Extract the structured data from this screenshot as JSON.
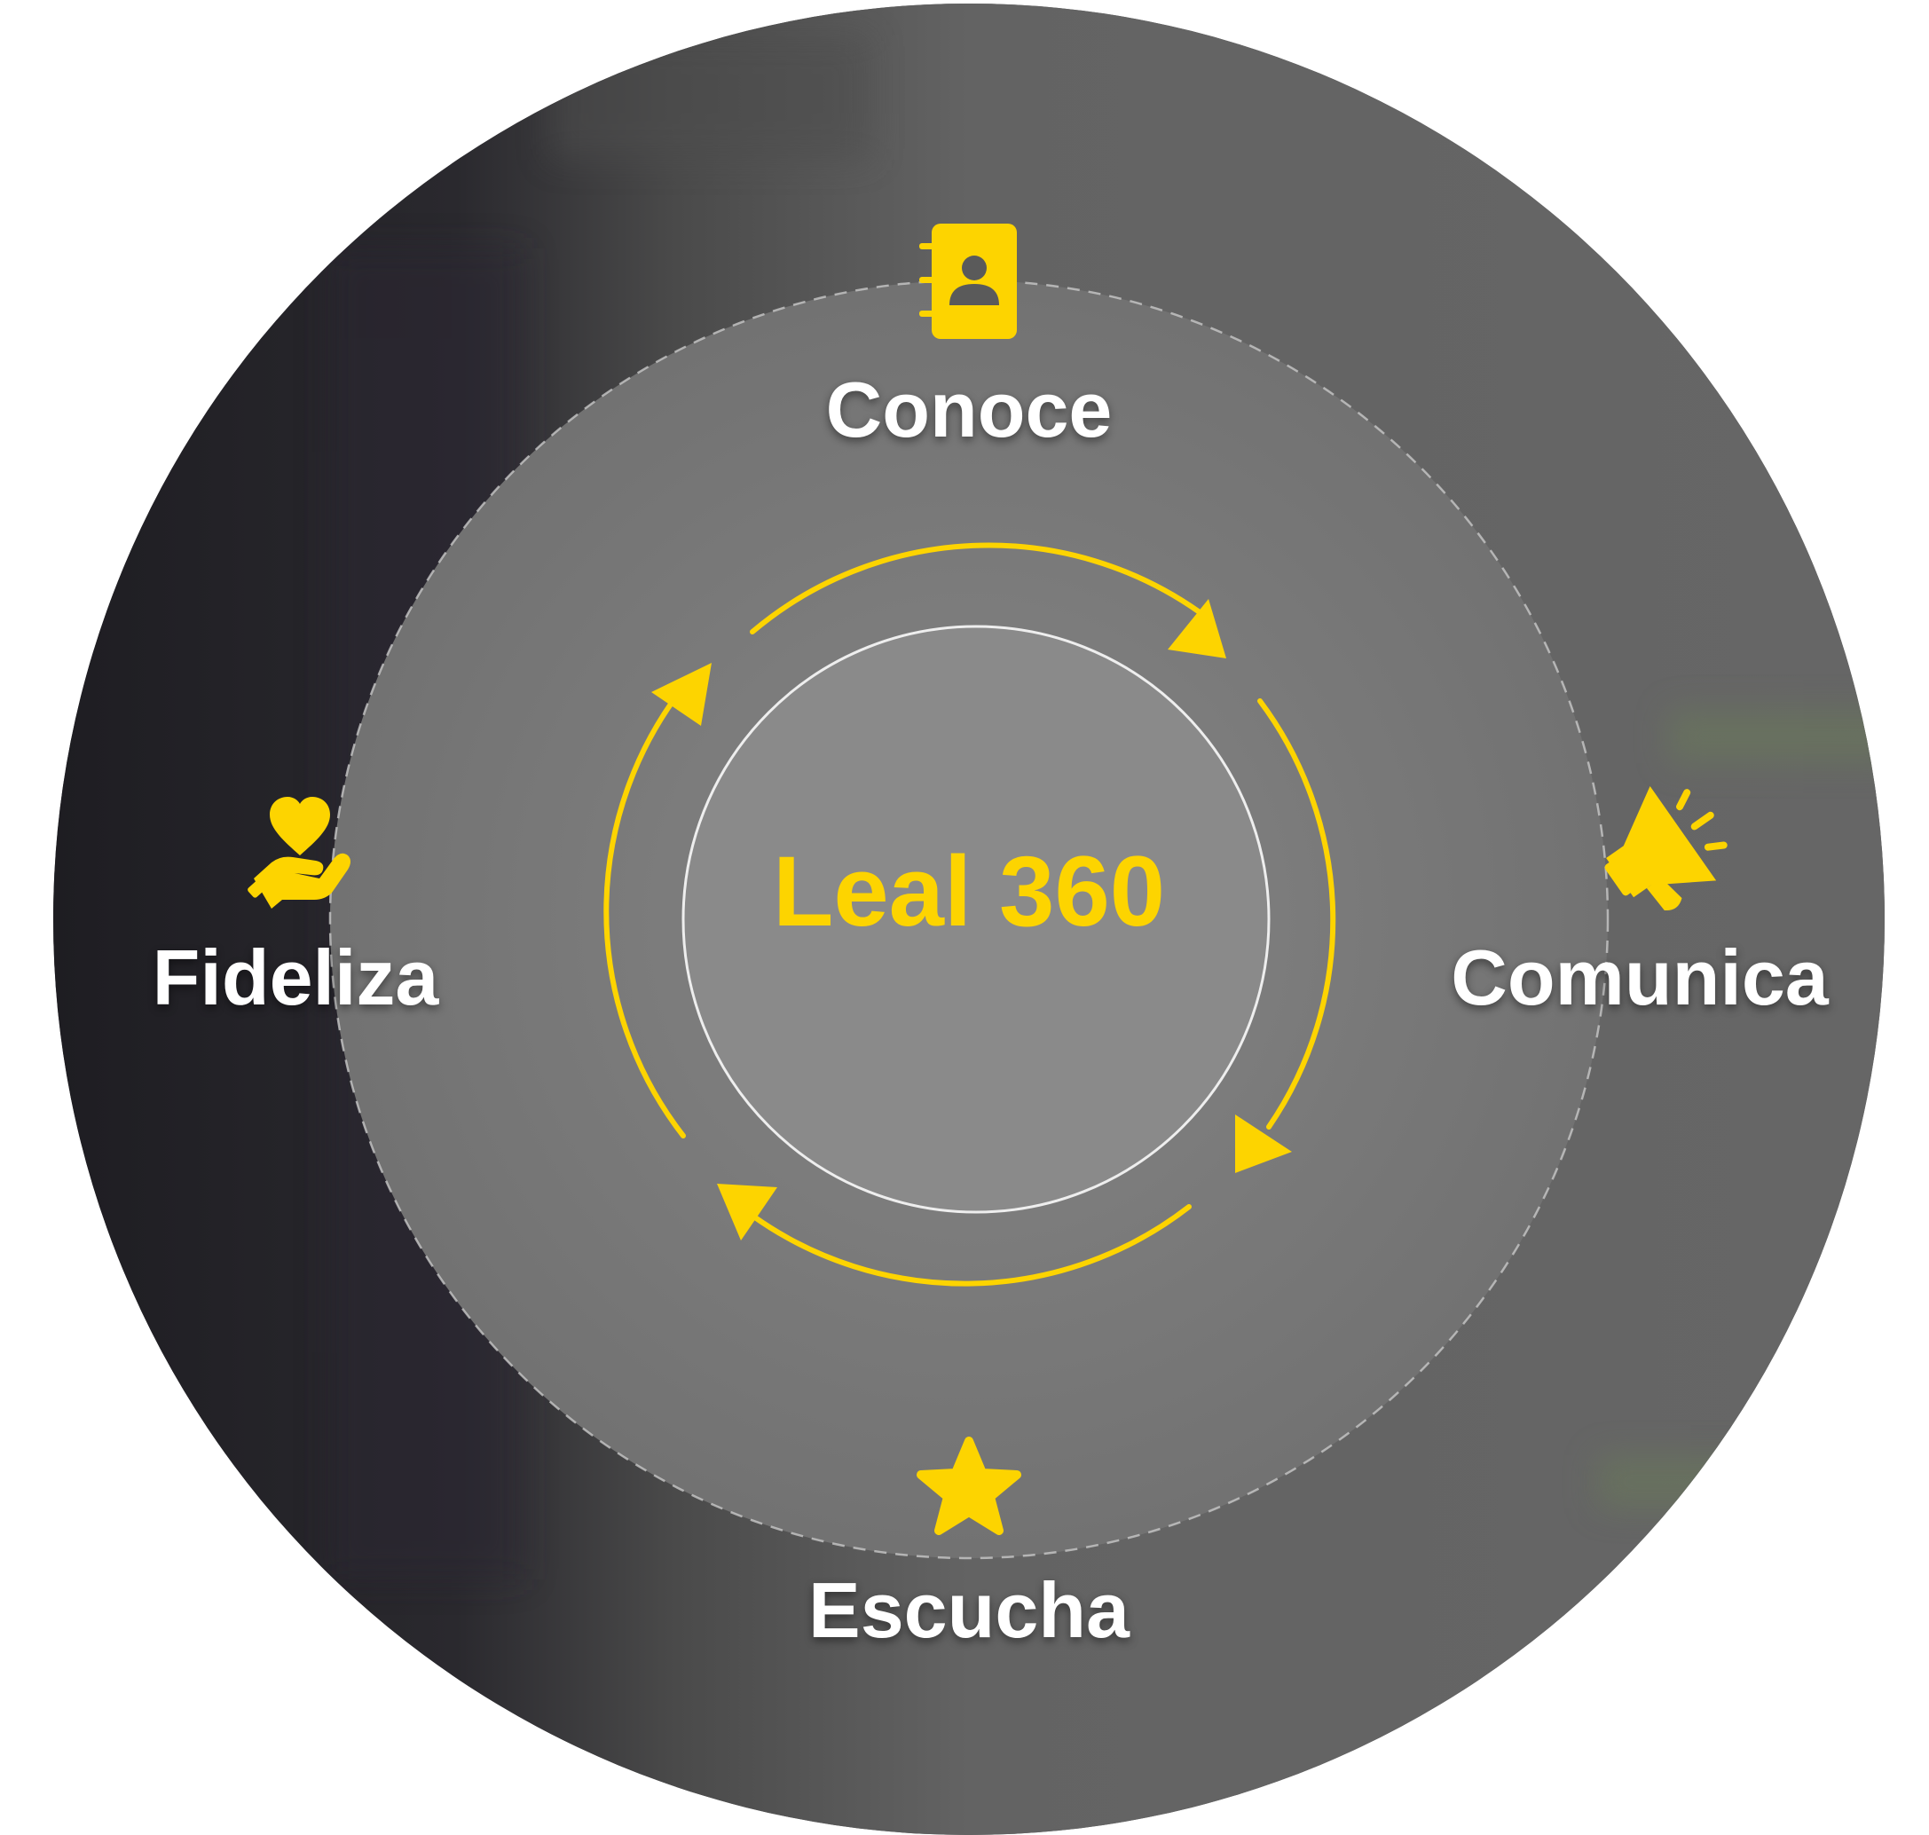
{
  "diagram": {
    "center_label": "Leal 360",
    "nodes": [
      {
        "id": "conoce",
        "label": "Conoce",
        "icon": "contact-book-icon"
      },
      {
        "id": "comunica",
        "label": "Comunica",
        "icon": "megaphone-icon"
      },
      {
        "id": "escucha",
        "label": "Escucha",
        "icon": "star-icon"
      },
      {
        "id": "fideliza",
        "label": "Fideliza",
        "icon": "heart-hand-icon"
      }
    ],
    "cycle": "clockwise",
    "colors": {
      "accent": "#FDD400",
      "outer_disc": "#5E5E5E",
      "mid_ring": "#777777",
      "inner_disc": "#8A8A8A",
      "text": "#FFFFFF"
    }
  }
}
